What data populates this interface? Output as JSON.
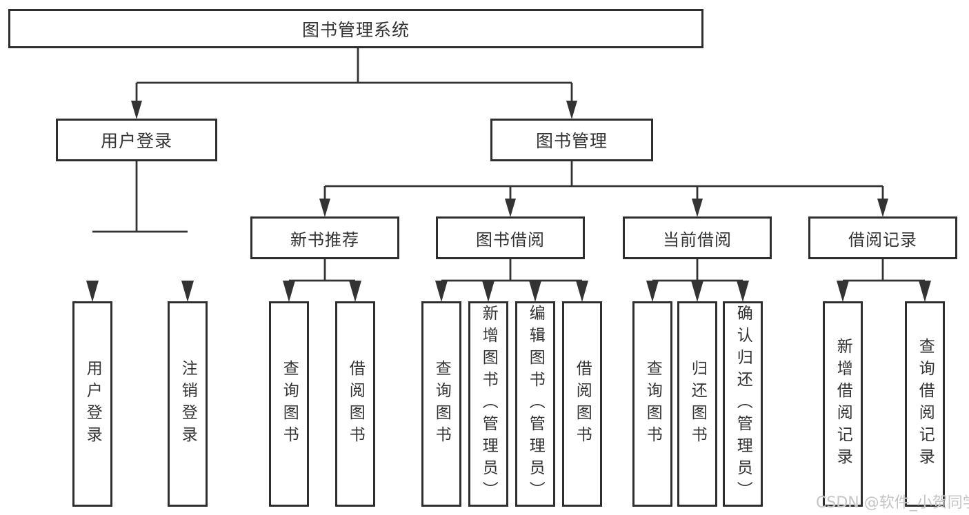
{
  "diagram": {
    "root": {
      "label": "图书管理系统"
    },
    "branches": [
      {
        "label": "用户登录",
        "children": [
          {
            "label": "用户登录"
          },
          {
            "label": "注销登录"
          }
        ]
      },
      {
        "label": "图书管理",
        "children": [
          {
            "label": "新书推荐",
            "children": [
              {
                "label": "查询图书"
              },
              {
                "label": "借阅图书"
              }
            ]
          },
          {
            "label": "图书借阅",
            "children": [
              {
                "label": "查询图书"
              },
              {
                "label": "新增图书（管理员）"
              },
              {
                "label": "编辑图书（管理员）"
              },
              {
                "label": "借阅图书"
              }
            ]
          },
          {
            "label": "当前借阅",
            "children": [
              {
                "label": "查询图书"
              },
              {
                "label": "归还图书"
              },
              {
                "label": "确认归还（管理员）"
              }
            ]
          },
          {
            "label": "借阅记录",
            "children": [
              {
                "label": "新增借阅记录"
              },
              {
                "label": "查询借阅记录"
              }
            ]
          }
        ]
      }
    ],
    "watermark": "CSDN @软件_小贺同学",
    "colors": {
      "line": "#333333",
      "box_border": "#2e2e2e",
      "box_fill": "#ffffff",
      "text": "#333333",
      "watermark": "#c5c5c5",
      "background": "#ffffff"
    }
  }
}
